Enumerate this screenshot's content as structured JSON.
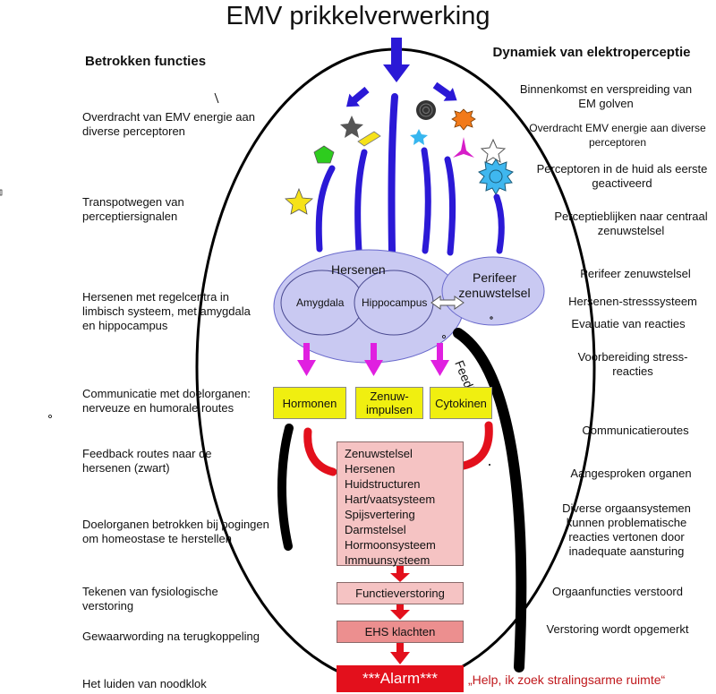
{
  "title": "EMV prikkelverwerking",
  "left_header": "Betrokken functies",
  "right_header": "Dynamiek van elektroperceptie",
  "left_items": [
    "Overdracht van EMV energie aan diverse perceptoren",
    "Transpotwegen van perceptiersignalen",
    "Hersenen met regelcentra in limbisch systeem, met amygdala en hippocampus",
    "Communicatie met doelorganen: nerveuze en humorale routes",
    "Feedback routes naar de hersenen (zwart)",
    "Doelorganen betrokken bij pogingen om homeostase te herstellen",
    "Tekenen van fysiologische verstoring",
    "Gewaarwording na terugkoppeling",
    "Het luiden van noodklok"
  ],
  "right_items": [
    "Binnenkomst en verspreiding van EM golven",
    "Overdracht EMV energie aan diverse perceptoren",
    "Perceptoren in de huid als eerste geactiveerd",
    "Perceptieblijken naar centraal zenuwstelsel",
    "Perifeer zenuwstelsel",
    "Hersenen-stresssysteem",
    "Evaluatie van reacties",
    "Voorbereiding stress-reacties",
    "Communicatieroutes",
    "Aangesproken  organen",
    "Diverse orgaansystemen kunnen problematische reacties vertonen door inadequate aansturing",
    "Orgaanfuncties verstoord",
    "Verstoring wordt opgemerkt"
  ],
  "brain": {
    "label": "Hersenen",
    "amygdala": "Amygdala",
    "hippocampus": "Hippocampus",
    "peripheral": "Perifeer zenuwstelsel"
  },
  "feedback_label": "Feedback",
  "boxes": {
    "hormones": "Hormonen",
    "nerve_impulses": "Zenuw-impulsen",
    "cytokines": "Cytokinen"
  },
  "organs": [
    "Zenuwstelsel",
    "Hersenen",
    "Huidstructuren",
    "Hart/vaatsysteem",
    "Spijsvertering",
    "Darmstelsel",
    "Hormoonsysteem",
    "Immuunsysteem"
  ],
  "dysfunction": "Functieverstoring",
  "ehs": "EHS klachten",
  "alarm": "***Alarm***",
  "quote": "„Help, ik zoek stralingsarme ruimte“",
  "colors": {
    "brain_fill": "#c9c9f2",
    "blue": "#2b19d6",
    "magenta": "#e020e0",
    "yellow": "#f0ef10",
    "pink": "#f5c3c3",
    "red": "#e3101c",
    "quote_red": "#c0181c"
  }
}
